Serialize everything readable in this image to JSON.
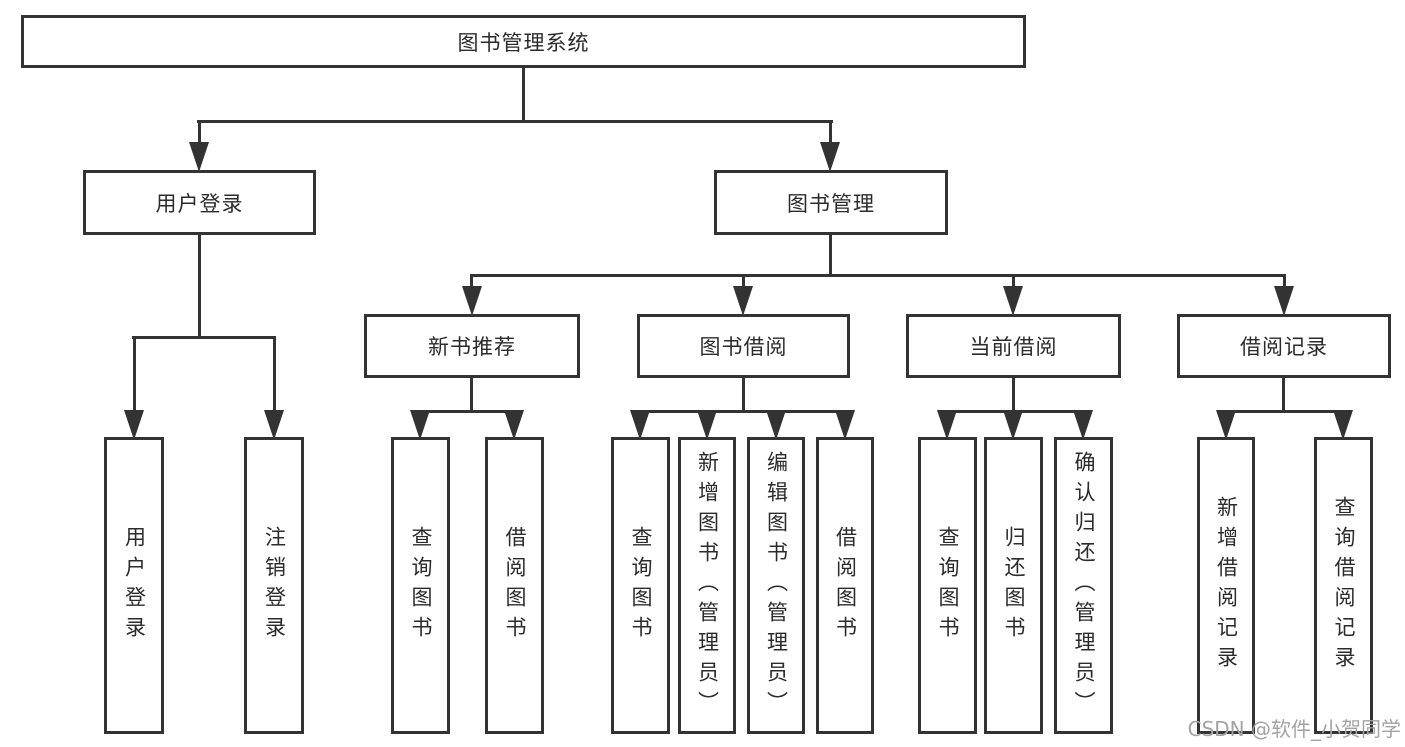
{
  "diagram": {
    "root": "图书管理系统",
    "branches": [
      {
        "label": "用户登录",
        "children": [
          "用户登录",
          "注销登录"
        ]
      },
      {
        "label": "图书管理",
        "sections": [
          {
            "label": "新书推荐",
            "children": [
              "查询图书",
              "借阅图书"
            ]
          },
          {
            "label": "图书借阅",
            "children": [
              "查询图书",
              "新增图书（管理员）",
              "编辑图书（管理员）",
              "借阅图书"
            ]
          },
          {
            "label": "当前借阅",
            "children": [
              "查询图书",
              "归还图书",
              "确认归还（管理员）"
            ]
          },
          {
            "label": "借阅记录",
            "children": [
              "新增借阅记录",
              "查询借阅记录"
            ]
          }
        ]
      }
    ]
  },
  "watermark": {
    "text": "CSDN @软件_小贺同学"
  },
  "colors": {
    "line": "#333333",
    "box_border": "#333333",
    "text": "#2b2b2b",
    "background": "#ffffff",
    "watermark": "#a3a3a3"
  }
}
